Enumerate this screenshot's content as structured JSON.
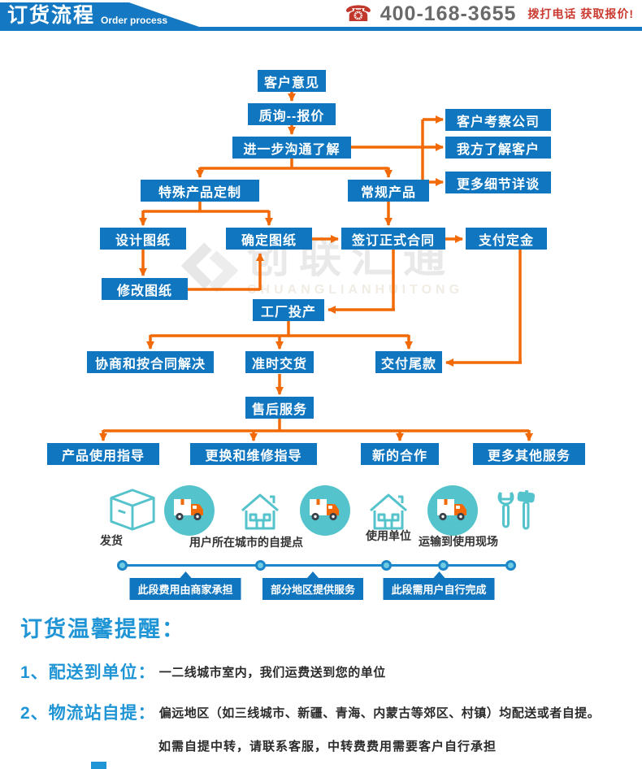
{
  "header": {
    "title": "订货流程",
    "subtitle": "Order process",
    "phone": "400-168-3655",
    "cta": "拨打电话 获取报价!"
  },
  "flow": {
    "nodes": [
      {
        "id": "customer-opinion",
        "label": "客户意见"
      },
      {
        "id": "inquiry-quote",
        "label": "质询--报价"
      },
      {
        "id": "further-comm",
        "label": "进一步沟通了解"
      },
      {
        "id": "customer-visit",
        "label": "客户考察公司"
      },
      {
        "id": "know-customer",
        "label": "我方了解客户"
      },
      {
        "id": "more-details",
        "label": "更多细节详谈"
      },
      {
        "id": "special-custom",
        "label": "特殊产品定制"
      },
      {
        "id": "regular-product",
        "label": "常规产品"
      },
      {
        "id": "design-drawing",
        "label": "设计图纸"
      },
      {
        "id": "confirm-drawing",
        "label": "确定图纸"
      },
      {
        "id": "sign-contract",
        "label": "签订正式合同"
      },
      {
        "id": "pay-deposit",
        "label": "支付定金"
      },
      {
        "id": "modify-drawing",
        "label": "修改图纸"
      },
      {
        "id": "factory-production",
        "label": "工厂投产"
      },
      {
        "id": "negotiate-resolve",
        "label": "协商和按合同解决"
      },
      {
        "id": "ontime-delivery",
        "label": "准时交货"
      },
      {
        "id": "pay-balance",
        "label": "交付尾款"
      },
      {
        "id": "after-sales",
        "label": "售后服务"
      },
      {
        "id": "usage-guide",
        "label": "产品使用指导"
      },
      {
        "id": "replace-repair",
        "label": "更换和维修指导"
      },
      {
        "id": "new-cooperation",
        "label": "新的合作"
      },
      {
        "id": "more-services",
        "label": "更多其他服务"
      }
    ]
  },
  "watermark": {
    "text": "创联汇通",
    "subtext": "CHUANGLIANHUITONG"
  },
  "delivery": {
    "labels": [
      {
        "text": "发货"
      },
      {
        "text": "用户所在城市的自提点"
      },
      {
        "text": "使用单位"
      },
      {
        "text": "运输到使用现场"
      }
    ],
    "timeline_labels": [
      {
        "text": "此段费用由商家承担"
      },
      {
        "text": "部分地区提供服务"
      },
      {
        "text": "此段需用户自行完成"
      }
    ]
  },
  "notice": {
    "title": "订货温馨提醒：",
    "items": [
      {
        "num": "1、",
        "head": "配送到单位：",
        "body": "一二线城市室内，我们运费送到您的单位"
      },
      {
        "num": "2、",
        "head": "物流站自提：",
        "body": "偏远地区（如三线城市、新疆、青海、内蒙古等郊区、村镇）均配送或者自提。"
      }
    ],
    "footnote": "如需自提中转，请联系客服，中转费费用需要客户自行承担"
  },
  "colors": {
    "box_blue": "#1076bf",
    "banner_blue": "#1478c2",
    "arrow_orange": "#f26a07",
    "teal": "#55c3cb",
    "timeline_blue": "#1c86c8",
    "notice_blue": "#2095d5",
    "red": "#cb3a30"
  }
}
